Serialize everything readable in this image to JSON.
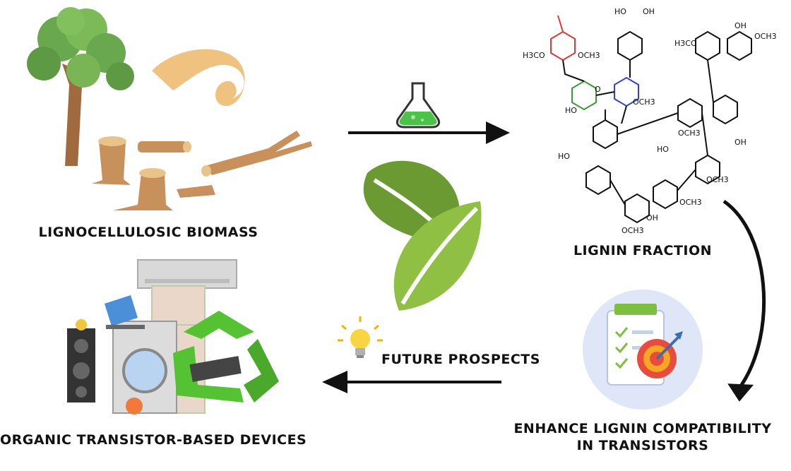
{
  "labels": {
    "biomass": "LIGNOCELLULOSIC BIOMASS",
    "lignin_fraction": "LIGNIN FRACTION",
    "enhance_line1": "ENHANCE LIGNIN COMPATIBILITY",
    "enhance_line2": "IN TRANSISTORS",
    "future": "FUTURE PROSPECTS",
    "devices": "ORGANIC TRANSISTOR-BASED DEVICES"
  },
  "chem_labels": {
    "oh": "OH",
    "ho": "HO",
    "och3": "OCH3",
    "h3co": "H3CO",
    "o": "O"
  },
  "colors": {
    "tree_green": "#6aa84f",
    "wood": "#c8905a",
    "wood_light": "#e8c48a",
    "leaf_dark": "#6c9a32",
    "leaf_light": "#8fc043",
    "flask_liquid": "#4cc24a",
    "target_bg": "#dfe6f7",
    "recycle_green": "#55c234",
    "arrow": "#111111",
    "chem_red": "#d93b3b",
    "chem_green": "#3a9a3a",
    "chem_blue": "#3344cc"
  },
  "icons": {
    "flask": "flask-icon",
    "leaves": "leaf-icon",
    "bulb": "lightbulb-icon",
    "target": "target-checklist-icon",
    "recycle": "recycle-icon"
  }
}
